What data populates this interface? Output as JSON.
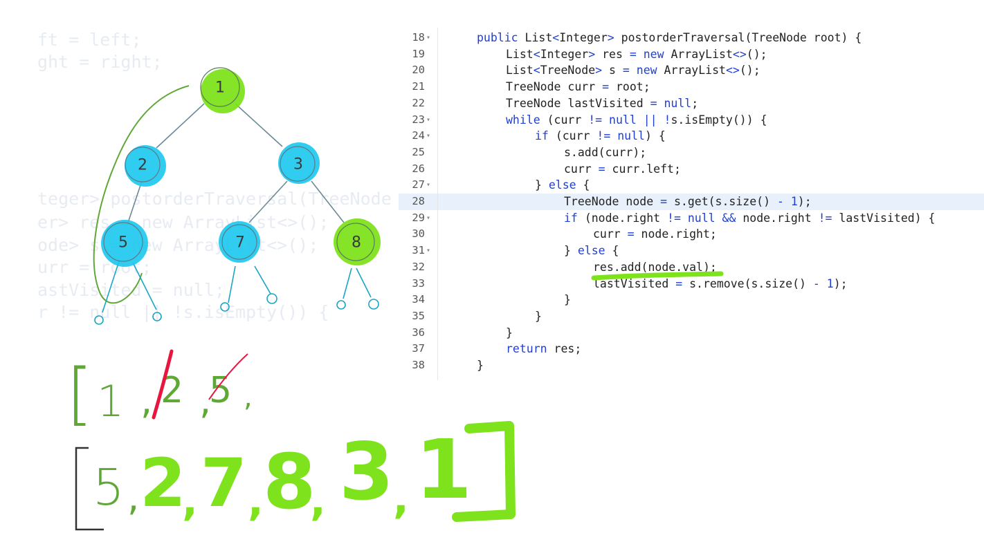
{
  "ghost_code": [
    "ft = left;",
    "ght = right;",
    "teger> postorderTraversal(TreeNode r",
    "er> res = new ArrayList<>();",
    "ode> s = new ArrayList<>();",
    "urr = root;",
    "astVisited = null;",
    "r != null || !s.isEmpty()) {"
  ],
  "tree": {
    "nodes": [
      {
        "id": "1",
        "label": "1",
        "color": "#7ee21c"
      },
      {
        "id": "2",
        "label": "2",
        "color": "#19c8ee"
      },
      {
        "id": "3",
        "label": "3",
        "color": "#19c8ee"
      },
      {
        "id": "5",
        "label": "5",
        "color": "#19c8ee"
      },
      {
        "id": "7",
        "label": "7",
        "color": "#19c8ee"
      },
      {
        "id": "8",
        "label": "8",
        "color": "#7ee21c"
      }
    ]
  },
  "code_lines": [
    {
      "n": "18",
      "fold": true,
      "indent": 1,
      "parts": [
        [
          "kw",
          "public "
        ],
        [
          "ty",
          "List"
        ],
        [
          "op",
          "<"
        ],
        [
          "ty",
          "Integer"
        ],
        [
          "op",
          "> "
        ],
        [
          "ty",
          "postorderTraversal(TreeNode root) {"
        ]
      ]
    },
    {
      "n": "19",
      "fold": false,
      "indent": 2,
      "parts": [
        [
          "ty",
          "List"
        ],
        [
          "op",
          "<"
        ],
        [
          "ty",
          "Integer"
        ],
        [
          "op",
          "> "
        ],
        [
          "ty",
          "res "
        ],
        [
          "op",
          "= "
        ],
        [
          "kw",
          "new "
        ],
        [
          "ty",
          "ArrayList"
        ],
        [
          "op",
          "<>"
        ],
        [
          "ty",
          "();"
        ]
      ]
    },
    {
      "n": "20",
      "fold": false,
      "indent": 2,
      "parts": [
        [
          "ty",
          "List"
        ],
        [
          "op",
          "<"
        ],
        [
          "ty",
          "TreeNode"
        ],
        [
          "op",
          "> "
        ],
        [
          "ty",
          "s "
        ],
        [
          "op",
          "= "
        ],
        [
          "kw",
          "new "
        ],
        [
          "ty",
          "ArrayList"
        ],
        [
          "op",
          "<>"
        ],
        [
          "ty",
          "();"
        ]
      ]
    },
    {
      "n": "21",
      "fold": false,
      "indent": 2,
      "parts": [
        [
          "ty",
          "TreeNode curr "
        ],
        [
          "op",
          "= "
        ],
        [
          "ty",
          "root;"
        ]
      ]
    },
    {
      "n": "22",
      "fold": false,
      "indent": 2,
      "parts": [
        [
          "ty",
          "TreeNode lastVisited "
        ],
        [
          "op",
          "= "
        ],
        [
          "nul",
          "null"
        ],
        [
          "ty",
          ";"
        ]
      ]
    },
    {
      "n": "23",
      "fold": true,
      "indent": 2,
      "parts": [
        [
          "kw",
          "while "
        ],
        [
          "ty",
          "(curr "
        ],
        [
          "op",
          "!= "
        ],
        [
          "nul",
          "null "
        ],
        [
          "op",
          "|| !"
        ],
        [
          "ty",
          "s.isEmpty()) {"
        ]
      ]
    },
    {
      "n": "24",
      "fold": true,
      "indent": 3,
      "parts": [
        [
          "kw",
          "if "
        ],
        [
          "ty",
          "(curr "
        ],
        [
          "op",
          "!= "
        ],
        [
          "nul",
          "null"
        ],
        [
          "ty",
          ") {"
        ]
      ]
    },
    {
      "n": "25",
      "fold": false,
      "indent": 4,
      "parts": [
        [
          "ty",
          "s.add(curr);"
        ]
      ]
    },
    {
      "n": "26",
      "fold": false,
      "indent": 4,
      "parts": [
        [
          "ty",
          "curr "
        ],
        [
          "op",
          "= "
        ],
        [
          "ty",
          "curr.left;"
        ]
      ]
    },
    {
      "n": "27",
      "fold": true,
      "indent": 3,
      "parts": [
        [
          "ty",
          "} "
        ],
        [
          "kw",
          "else "
        ],
        [
          "ty",
          "{"
        ]
      ]
    },
    {
      "n": "28",
      "fold": false,
      "indent": 4,
      "parts": [
        [
          "ty",
          "TreeNode node "
        ],
        [
          "op",
          "= "
        ],
        [
          "ty",
          "s.get(s.size() "
        ],
        [
          "op",
          "- "
        ],
        [
          "num",
          "1"
        ],
        [
          "ty",
          ");"
        ]
      ]
    },
    {
      "n": "29",
      "fold": true,
      "indent": 4,
      "parts": [
        [
          "kw",
          "if "
        ],
        [
          "ty",
          "(node.right "
        ],
        [
          "op",
          "!= "
        ],
        [
          "nul",
          "null "
        ],
        [
          "op",
          "&& "
        ],
        [
          "ty",
          "node.right "
        ],
        [
          "op",
          "!= "
        ],
        [
          "ty",
          "lastVisited) {"
        ]
      ]
    },
    {
      "n": "30",
      "fold": false,
      "indent": 5,
      "parts": [
        [
          "ty",
          "curr "
        ],
        [
          "op",
          "= "
        ],
        [
          "ty",
          "node.right;"
        ]
      ]
    },
    {
      "n": "31",
      "fold": true,
      "indent": 4,
      "parts": [
        [
          "ty",
          "} "
        ],
        [
          "kw",
          "else "
        ],
        [
          "ty",
          "{"
        ]
      ]
    },
    {
      "n": "32",
      "fold": false,
      "indent": 5,
      "parts": [
        [
          "ty",
          "res.add(node.val);"
        ]
      ]
    },
    {
      "n": "33",
      "fold": false,
      "indent": 5,
      "parts": [
        [
          "ty",
          "lastVisited "
        ],
        [
          "op",
          "= "
        ],
        [
          "ty",
          "s.remove(s.size() "
        ],
        [
          "op",
          "- "
        ],
        [
          "num",
          "1"
        ],
        [
          "ty",
          ");"
        ]
      ]
    },
    {
      "n": "34",
      "fold": false,
      "indent": 4,
      "parts": [
        [
          "ty",
          "}"
        ]
      ]
    },
    {
      "n": "35",
      "fold": false,
      "indent": 3,
      "parts": [
        [
          "ty",
          "}"
        ]
      ]
    },
    {
      "n": "36",
      "fold": false,
      "indent": 2,
      "parts": [
        [
          "ty",
          "}"
        ]
      ]
    },
    {
      "n": "37",
      "fold": false,
      "indent": 2,
      "parts": [
        [
          "kw",
          "return "
        ],
        [
          "ty",
          "res;"
        ]
      ]
    },
    {
      "n": "38",
      "fold": false,
      "indent": 1,
      "parts": [
        [
          "ty",
          "}"
        ]
      ]
    }
  ],
  "highlighted_line": "28",
  "handwriting": {
    "first_array": [
      "[",
      "1",
      ",",
      "2",
      ",",
      "5",
      ","
    ],
    "second_array": [
      "[",
      "5",
      ",",
      "2",
      ",",
      "7",
      ",",
      "8",
      ",",
      "3",
      ",",
      "1",
      "]"
    ]
  },
  "colors": {
    "green": "#7ee21c",
    "cyan": "#19c8ee",
    "dark_green": "#5fa836",
    "red": "#e8163e",
    "edge": "#6b8a96",
    "highlight": "#e8f1fb"
  }
}
